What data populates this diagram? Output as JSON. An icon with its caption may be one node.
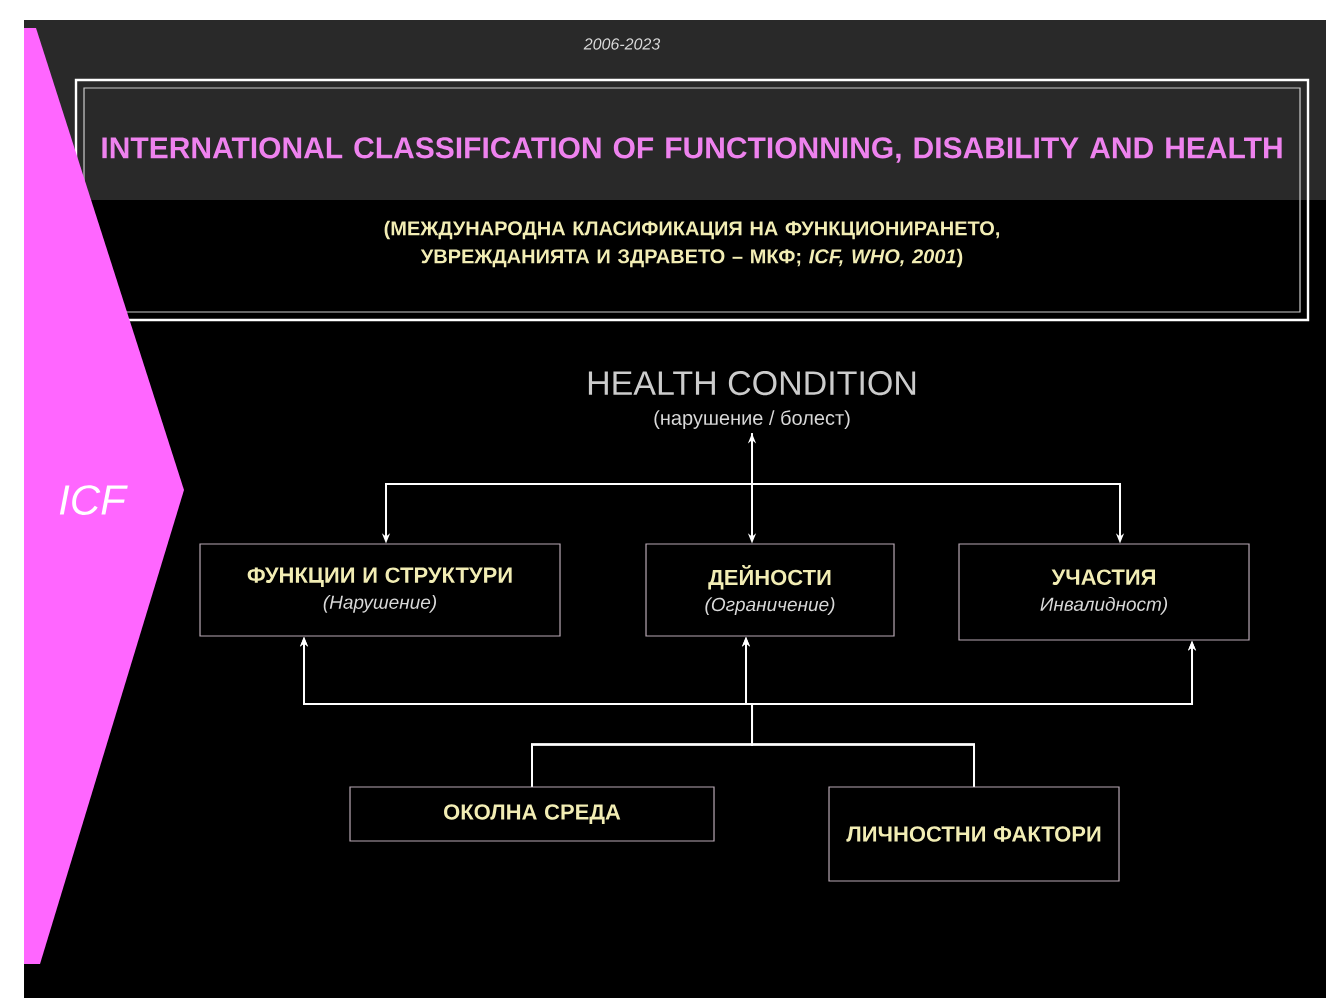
{
  "diagram": {
    "title": "INTERNATIONAL CLASSIFICATION OF FUNCTIONNING, DISABILITY AND HEALTH",
    "nodes": [
      {
        "text": [
          "HEALTH CONDITION",
          "(нарушение / болест)"
        ]
      },
      {
        "text": [
          "ФУНКЦИИ И СТРУКТУРИ",
          "(Нарушение)"
        ]
      },
      {
        "text": [
          "ДЕЙНОСТИ",
          "(Ограничение)"
        ]
      },
      {
        "text": [
          "УЧАСТИЯ",
          "Инвалидност)"
        ]
      },
      {
        "text": [
          "ОКОЛНА СРЕДА"
        ]
      },
      {
        "text": [
          "ЛИЧНОСТНИ ФАКТОРИ"
        ]
      },
      {
        "text": [
          "ICF"
        ]
      }
    ],
    "edges": [
      {
        "from": 0,
        "to": 1,
        "arrow": "to"
      },
      {
        "from": 0,
        "to": 2,
        "arrow": "both"
      },
      {
        "from": 0,
        "to": 3,
        "arrow": "to"
      },
      {
        "from": 4,
        "to": 1,
        "arrow": "to"
      },
      {
        "from": 4,
        "to": 2,
        "arrow": "to"
      },
      {
        "from": 4,
        "to": 3,
        "arrow": "to"
      },
      {
        "from": 5,
        "to": 1,
        "arrow": "to"
      },
      {
        "from": 5,
        "to": 2,
        "arrow": "to"
      },
      {
        "from": 5,
        "to": 3,
        "arrow": "to"
      }
    ],
    "labels": [
      "2006-2023",
      "(МЕЖДУНАРОДНА КЛАСИФИКАЦИЯ НА ФУНКЦИОНИРАНЕТО, УВРЕЖДАНИЯТА И ЗДРАВЕТО – МКФ; *ICF, WHO, 2001*)"
    ]
  }
}
